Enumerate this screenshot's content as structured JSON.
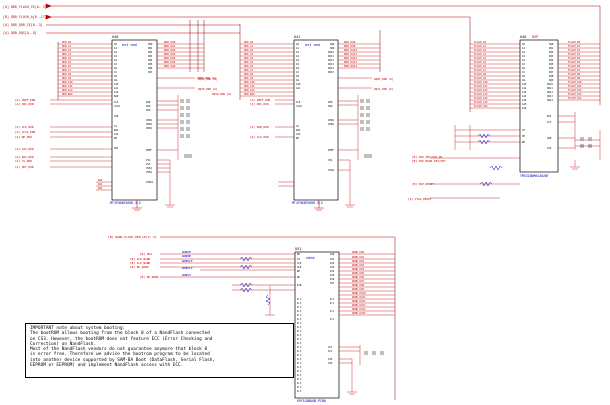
{
  "nets_topleft": [
    "[A] DDR_FLASH_CE[0..3]",
    "[B] DDR_FLASH_A[0..17]",
    "[A] DDR_DDR_CE[0..3]",
    "[A] DDR_DQS[A..D]"
  ],
  "chips": {
    "u1": {
      "ref": "U40",
      "name": "ext cmd",
      "part": "MT47H64M16HR-3:G"
    },
    "u2": {
      "ref": "U41",
      "name": "ext cmd",
      "part": "MT47H64M16HR-3:G"
    },
    "u3": {
      "ref": "U46",
      "name": "DSP",
      "part": "TMS320DM6446ZWT"
    },
    "u4": {
      "ref": "U51",
      "name": "nAnd",
      "part": "K9F1G08U0B-PCB0"
    }
  },
  "left_nets": [
    "[A] VREF_DDR",
    "[A] DQS_DDR",
    "[A] CLK_DDR",
    "[A] nCLK_DDR",
    "[A] WE_DDR",
    "[A] CAS_DDR",
    "[A] RAS_DDR",
    "[A] CS_DDR",
    "[A] ODT_DDR",
    "[A] CKE_DDR",
    "[A] BA0_DDR"
  ],
  "mid_nets": [
    "[A] VREF_DDR",
    "[A] DQS_DDR",
    "[A] DQM_DDR",
    "[A] CLK_DDR"
  ],
  "right_nets": [
    "[B] DSP_INT/OUT_PD",
    "[B] DSP_MAIN_INT/OUT",
    "[B] DSP_RESET",
    "[A] JTAG_RESET"
  ],
  "nand_net": "[B] NAND_FLASH_PER_CE[0..3]",
  "nand_left": [
    "[B] SDA",
    "[B] ALE_NAND",
    "[B] CLE_NAND",
    "[B] RE_NAND",
    "[B] WE_NAND"
  ],
  "note_title": "IMPORTANT note about system booting:",
  "note_lines": [
    "The bootROM allows booting from the block 0 of a NandFlash connected",
    "on CS3. However, the bootROM does not feature ECC (Error Checking and",
    "Correction) on NandFlash.",
    "Most of the NandFlash vendors do not guarantee anymore that block 0",
    "is error free. Therefore we advise the bootrom program to be located",
    "into another device supported by SAM-BA Boot (DataFlash, Serial Flash,",
    "EEPROM or EEPROM) and implement NandFlash access with ECC."
  ]
}
